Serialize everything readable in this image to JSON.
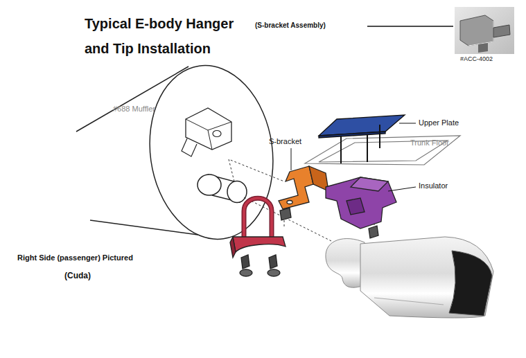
{
  "diagram": {
    "title": "Typical E-body Hanger and Tip Installation",
    "labels": [
      "(S-bracket Assembly)",
      "#ACC-4002",
      "#688 Muffler",
      "S-bracket",
      "Upper Plate",
      "Trunk Floor",
      "Insulator",
      "Right Side (passenger) Pictured",
      "(Cuda)"
    ]
  }
}
